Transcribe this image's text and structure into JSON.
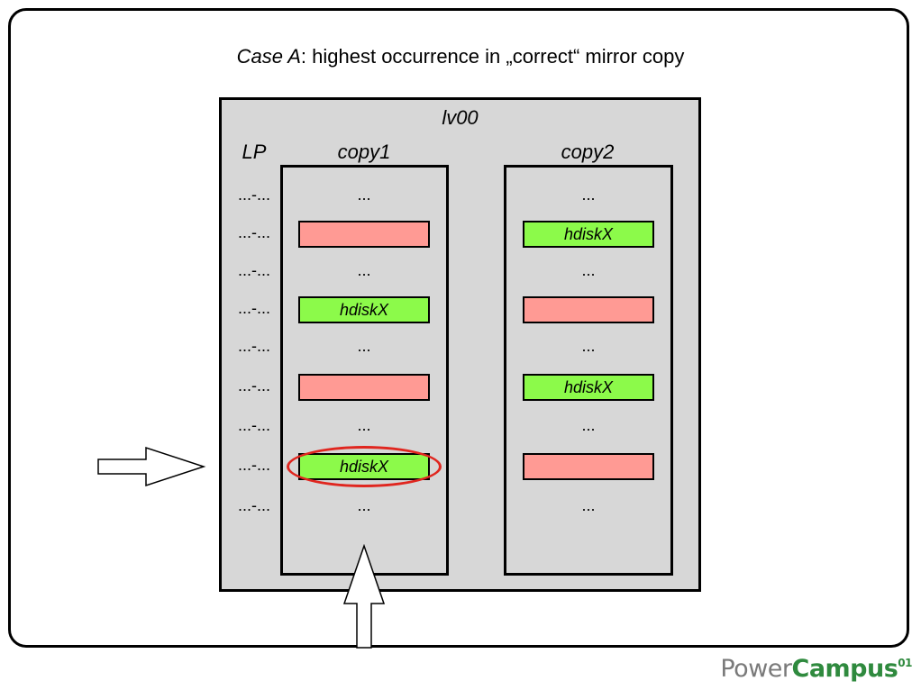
{
  "title": {
    "prefix": "Case A",
    "rest": ": highest occurrence in „correct“ mirror copy"
  },
  "lv_label": "lv00",
  "columns": {
    "lp": "LP",
    "copy1": "copy1",
    "copy2": "copy2"
  },
  "lp_rows": [
    "...-...",
    "...-...",
    "...-...",
    "...-...",
    "...-...",
    "...-...",
    "...-...",
    "...-...",
    "...-..."
  ],
  "copy1": [
    {
      "kind": "dots",
      "text": "..."
    },
    {
      "kind": "red",
      "text": ""
    },
    {
      "kind": "dots",
      "text": "..."
    },
    {
      "kind": "green",
      "text": "hdiskX"
    },
    {
      "kind": "dots",
      "text": "..."
    },
    {
      "kind": "red",
      "text": ""
    },
    {
      "kind": "dots",
      "text": "..."
    },
    {
      "kind": "green",
      "text": "hdiskX"
    },
    {
      "kind": "dots",
      "text": "..."
    }
  ],
  "copy2": [
    {
      "kind": "dots",
      "text": "..."
    },
    {
      "kind": "green",
      "text": "hdiskX"
    },
    {
      "kind": "dots",
      "text": "..."
    },
    {
      "kind": "red",
      "text": ""
    },
    {
      "kind": "dots",
      "text": "..."
    },
    {
      "kind": "green",
      "text": "hdiskX"
    },
    {
      "kind": "dots",
      "text": "..."
    },
    {
      "kind": "red",
      "text": ""
    },
    {
      "kind": "dots",
      "text": "..."
    }
  ],
  "logo": {
    "power": "Power",
    "campus": "Campus",
    "sup": "01"
  },
  "colors": {
    "red_block": "#ff9a94",
    "green_block": "#8cfa4a",
    "highlight": "#e0261f",
    "lv_bg": "#d7d7d7"
  }
}
